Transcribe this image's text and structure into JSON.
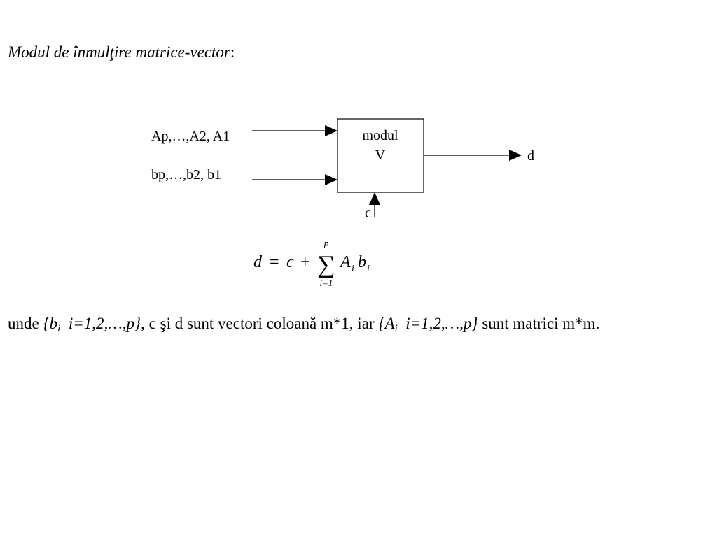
{
  "heading": {
    "italic": "Modul de înmulţire matrice-vector",
    "colon": ":"
  },
  "diagram": {
    "input_a_label": "Ap,…,A2, A1",
    "input_b_label": "bp,…,b2, b1",
    "module_line1": "modul",
    "module_line2": "V",
    "input_c_label": "c",
    "output_label": "d"
  },
  "formula": {
    "lhs": "d",
    "equals": "=",
    "c": "c",
    "plus": "+",
    "sum_symbol": "∑",
    "upper_limit": "p",
    "lower_limit": "i=1",
    "term_A": "A",
    "term_A_sub": "i",
    "term_b": "b",
    "term_b_sub": "i"
  },
  "description": {
    "p1": "unde ",
    "set_b_open": "{b",
    "set_b_sub": "i",
    "set_b_rest": "  i=1,2,…,p}",
    "p2": ", c şi d sunt vectori coloană m*1, iar ",
    "set_a_open": "{A",
    "set_a_sub": "i",
    "set_a_rest": "  i=1,2,…,p}",
    "p3": " sunt matrici m*m."
  }
}
